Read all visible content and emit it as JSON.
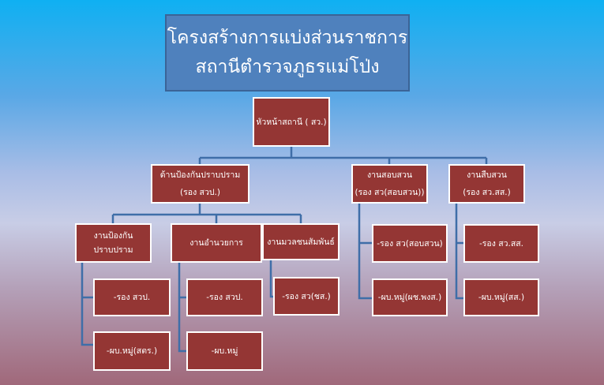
{
  "title": {
    "line1": "โครงสร้างการแบ่งส่วนราชการ",
    "line2": "สถานีตำรวจภูธรแม่โป่ง"
  },
  "head": "หัวหน้าสถานี ( สว.)",
  "divisions": [
    {
      "name": "ด้านป้องกันปราบปราม",
      "sub": "(รอง สวป.)"
    },
    {
      "name": "งานสอบสวน",
      "sub": "(รอง สว(สอบสวน))"
    },
    {
      "name": "งานสืบสวน",
      "sub": "(รอง สว.สส.)"
    }
  ],
  "units": [
    {
      "name1": "งานป้องกัน",
      "name2": "ปราบปราม",
      "children": [
        "-รอง สวป.",
        "-ผบ.หมู่(สตร.)"
      ]
    },
    {
      "name1": "งานอำนวยการ",
      "children": [
        "-รอง สวป.",
        "-ผบ.หมู่"
      ]
    },
    {
      "name1": "งานมวลชนสัมพันธ์",
      "children": [
        "-รอง สว(ชส.)"
      ]
    }
  ],
  "investigation_children": [
    "-รอง สว(สอบสวน)",
    "-ผบ.หมู่(ผช.พงส.)"
  ],
  "detective_children": [
    "-รอง สว.สส.",
    "-ผบ.หมู่(สส.)"
  ],
  "colors": {
    "box": "#943634",
    "title": "#4f81bd",
    "line": "#3f6ea8"
  }
}
